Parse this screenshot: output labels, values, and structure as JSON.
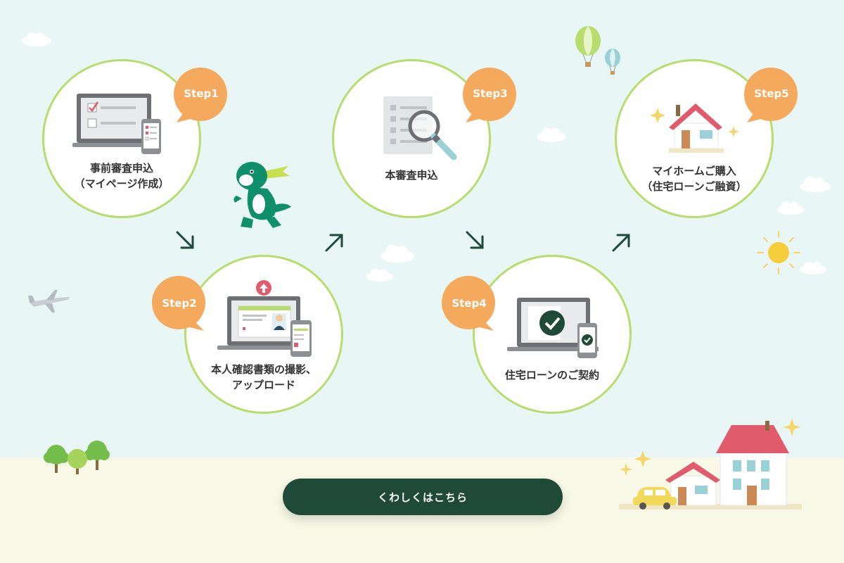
{
  "steps": [
    {
      "badge": "Step1",
      "label_line1": "事前審査申込",
      "label_line2": "（マイページ作成）"
    },
    {
      "badge": "Step2",
      "label_line1": "本人確認書類の撮影、",
      "label_line2": "アップロード"
    },
    {
      "badge": "Step3",
      "label_line1": "本審査申込",
      "label_line2": ""
    },
    {
      "badge": "Step4",
      "label_line1": "住宅ローンのご契約",
      "label_line2": ""
    },
    {
      "badge": "Step5",
      "label_line1": "マイホームご購入",
      "label_line2": "（住宅ローンご融資）"
    }
  ],
  "cta": {
    "label": "くわしくはこちら"
  },
  "colors": {
    "accent": "#f4a95c",
    "ring": "#b7dd6c",
    "cta": "#1e4a37",
    "sky": "#e8f6f6",
    "ground": "#f7f8e6",
    "arrow": "#1e4a37"
  },
  "icons": [
    "laptop-checklist-icon",
    "smartphone-icon",
    "laptop-id-upload-icon",
    "document-magnifier-icon",
    "laptop-checkmark-icon",
    "house-icon",
    "mascot-character",
    "airplane-icon",
    "hot-air-balloon-icon",
    "sun-icon",
    "cloud-icon",
    "tree-icon",
    "car-icon",
    "sparkle-icon"
  ]
}
